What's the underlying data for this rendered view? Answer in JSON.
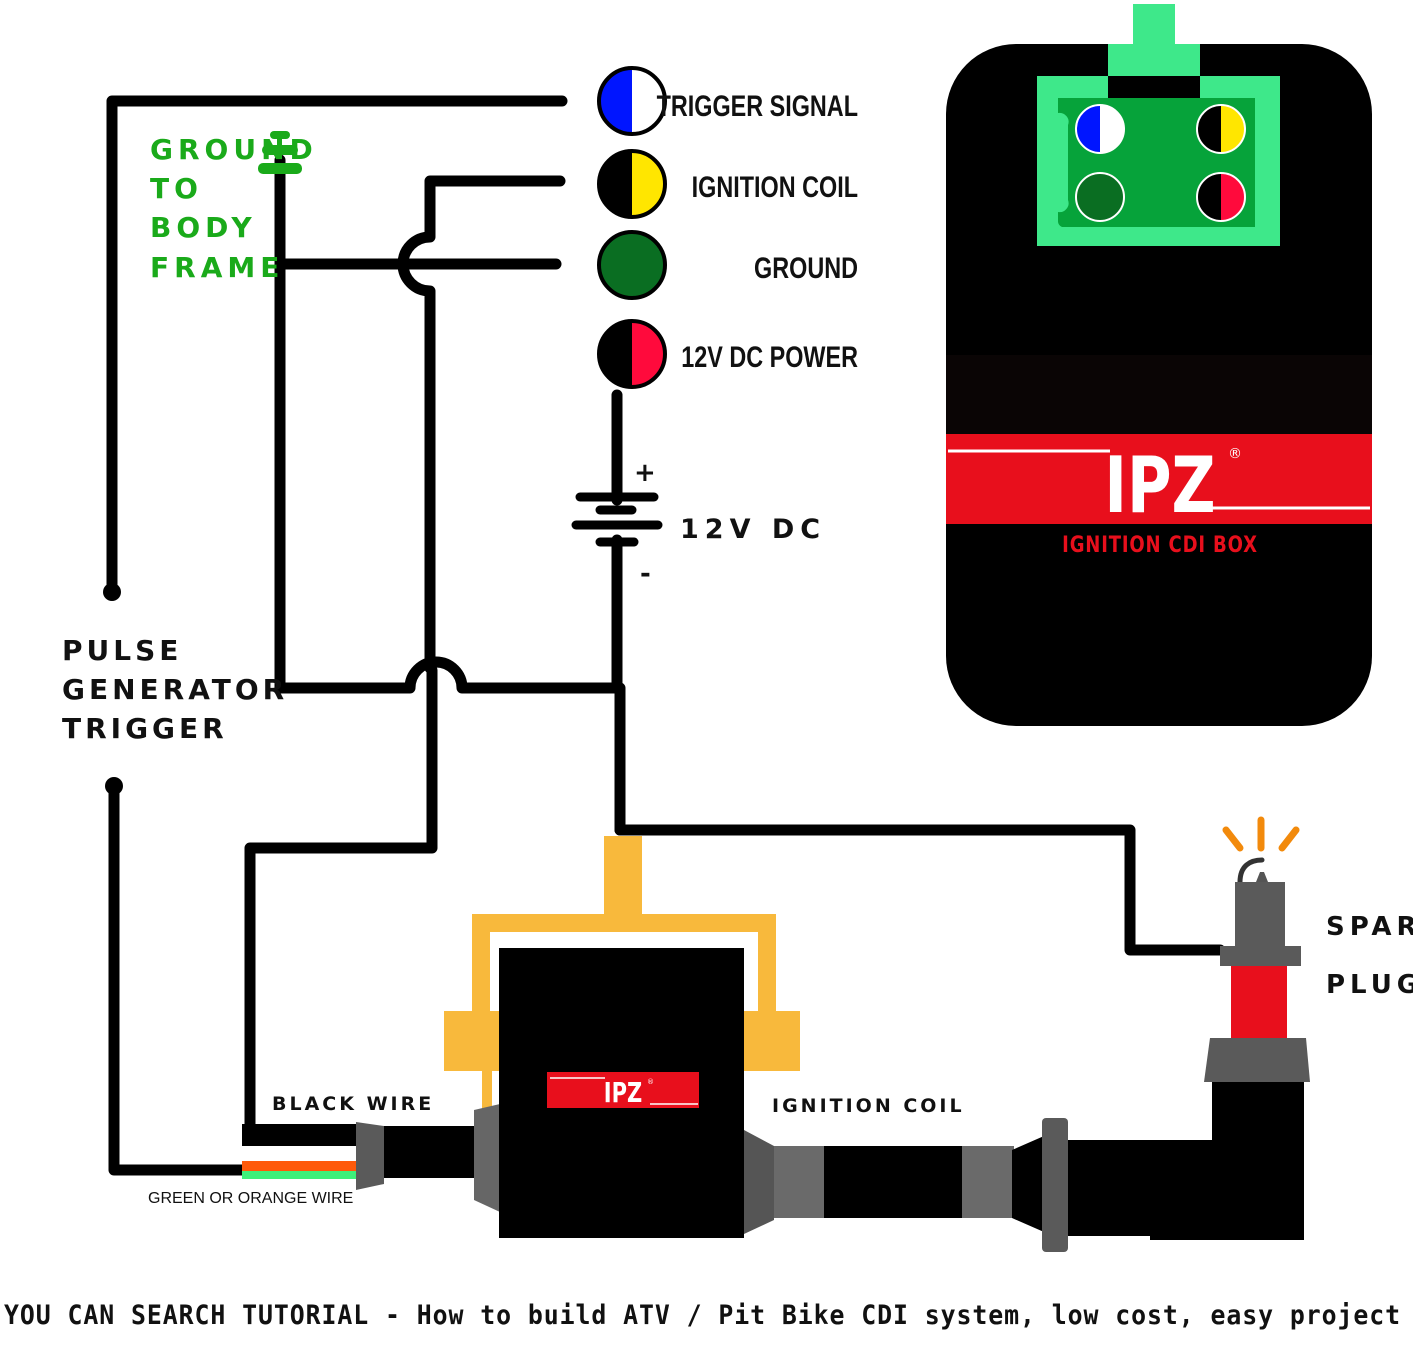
{
  "title": "Ignition CDI Box Wiring Diagram",
  "colors": {
    "wire": "#000000",
    "ground_green_text": "#1aaa1a",
    "connector_light_green": "#3ee88a",
    "connector_dark_green": "#06a33a",
    "pin_blue": "#0015ff",
    "pin_yellow": "#ffe600",
    "pin_dark_green": "#0a6e22",
    "pin_red": "#ff0a3c",
    "brand_red": "#e80f1c",
    "coil_frame_orange": "#f8b93c",
    "boot_gray": "#5a5a5a",
    "spark_orange": "#f28a0c",
    "wire_orange": "#ff5a0a",
    "wire_green": "#3ef07a"
  },
  "legend": {
    "items": [
      {
        "label": "TRIGGER SIGNAL",
        "pin": "blue-white"
      },
      {
        "label": "IGNITION COIL",
        "pin": "black-yellow"
      },
      {
        "label": "GROUND",
        "pin": "green"
      },
      {
        "label": "12V DC POWER",
        "pin": "black-red"
      }
    ]
  },
  "ground_label": [
    "GROUND",
    "TO",
    "BODY",
    "FRAME"
  ],
  "battery": {
    "label": "12V DC",
    "plus": "+",
    "minus": "-"
  },
  "pulse_label": [
    "PULSE",
    "GENERATOR",
    "TRIGGER"
  ],
  "cdi_box": {
    "brand": "IPZ",
    "registered": "®",
    "subtitle": "IGNITION CDI BOX"
  },
  "coil": {
    "brand": "IPZ",
    "registered": "®",
    "label": "IGNITION COIL",
    "black_wire_label": "BLACK WIRE",
    "green_wire_label": "GREEN OR ORANGE WIRE"
  },
  "spark_plug": {
    "label_line1": "SPARK",
    "label_line2": "PLUG"
  },
  "footer": "YOU CAN SEARCH TUTORIAL -  How to build ATV / Pit Bike CDI system, low cost, easy project"
}
